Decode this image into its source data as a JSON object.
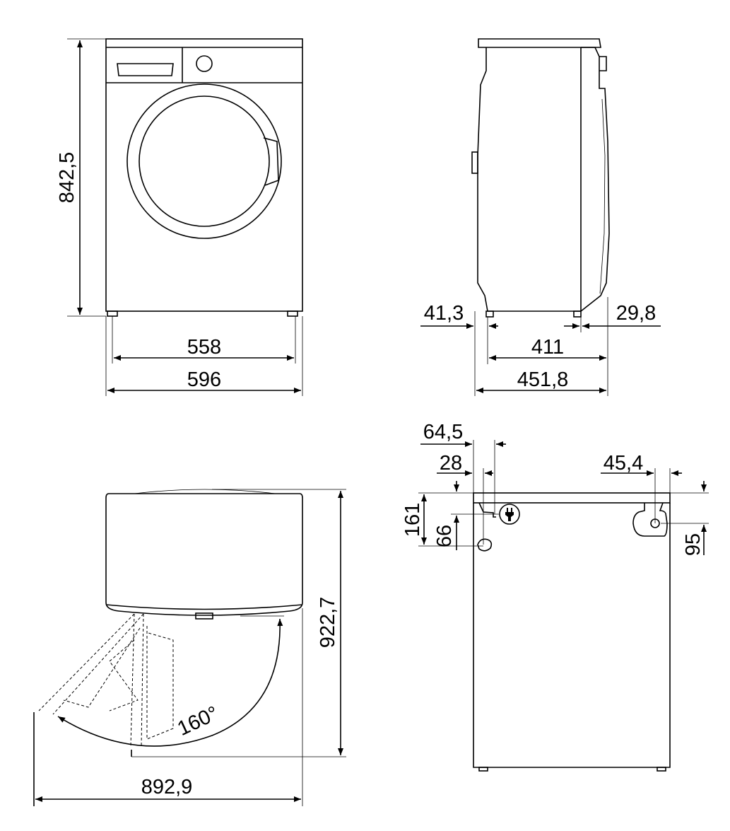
{
  "front_view": {
    "height": "842,5",
    "feet_width": "558",
    "width": "596"
  },
  "side_view": {
    "front_offset": "41,3",
    "rear_offset": "29,8",
    "feet_depth": "411",
    "depth": "451,8"
  },
  "top_view": {
    "door_angle": "160°",
    "depth_door_open": "922,7",
    "width_door_open": "892,9"
  },
  "rear_view": {
    "inlet_x": "64,5",
    "drain_x": "28",
    "outlet_x": "45,4",
    "drain_y": "161",
    "inlet_y": "66",
    "outlet_y": "95"
  }
}
